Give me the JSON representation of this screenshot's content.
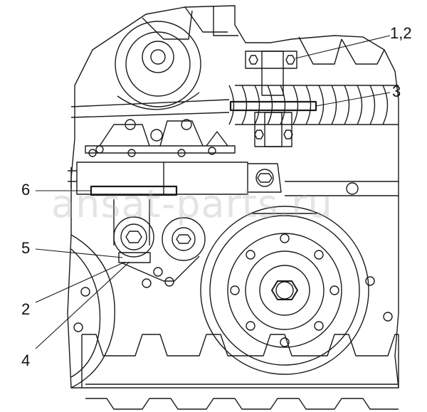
{
  "callouts": [
    {
      "id": "c12",
      "label": "1,2"
    },
    {
      "id": "c3",
      "label": "3"
    },
    {
      "id": "c6",
      "label": "6"
    },
    {
      "id": "c5",
      "label": "5"
    },
    {
      "id": "c2",
      "label": "2"
    },
    {
      "id": "c4",
      "label": "4"
    }
  ],
  "watermark": "ansat-parts.ru",
  "colors": {
    "line": "#1a1a1a",
    "background": "#ffffff",
    "watermark": "#aaaaaa"
  }
}
